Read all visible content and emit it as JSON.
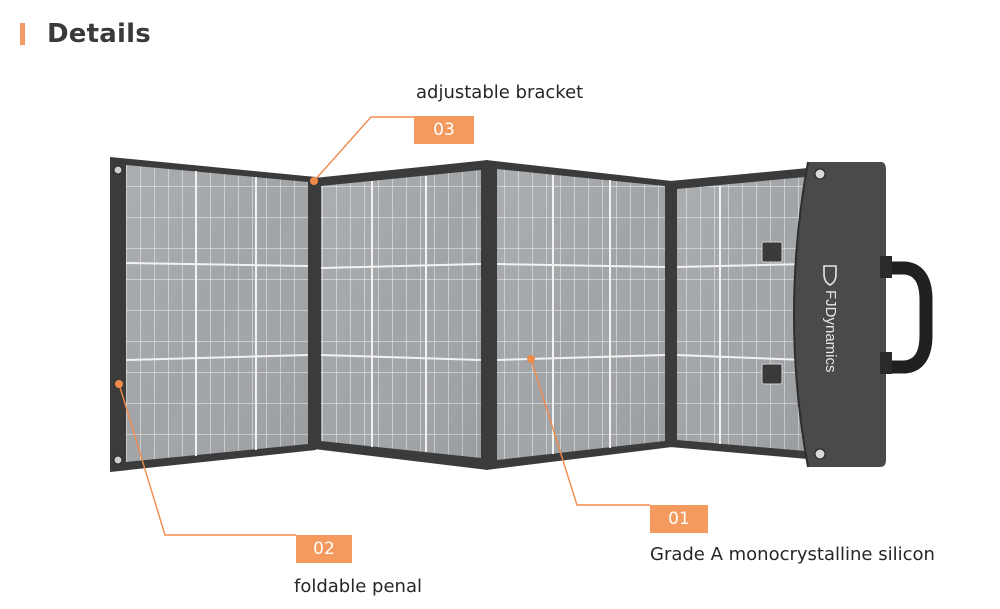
{
  "page": {
    "heading": "Details"
  },
  "callouts": [
    {
      "badge": "03",
      "caption": "adjustable bracket"
    },
    {
      "badge": "02",
      "caption": "foldable penal"
    },
    {
      "badge": "01",
      "caption": "Grade A monocrystalline silicon"
    }
  ],
  "product": {
    "brand": "FJDynamics"
  },
  "colors": {
    "accent": "#f59a5e",
    "heading_bar": "#f29a67",
    "heading_text": "#3a3a3a",
    "panel_frame": "#3b3b3b",
    "cell": "#9ea1a4",
    "cell_line": "#e9eaeb"
  }
}
